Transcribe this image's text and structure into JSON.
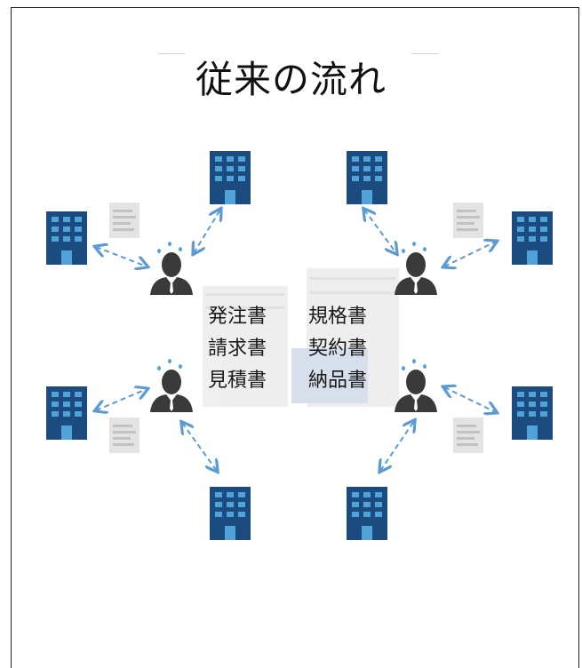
{
  "title": "従来の流れ",
  "documents": {
    "left": [
      "発注書",
      "請求書",
      "見積書"
    ],
    "right": [
      "規格書",
      "契約書",
      "納品書"
    ]
  },
  "icons": {
    "building": "office-building-icon",
    "person": "worried-businessman-icon",
    "paper": "paper-document-icon",
    "arrow": "double-headed-dashed-arrow"
  },
  "colors": {
    "building": "#1c4b80",
    "building_window": "#4fa3d9",
    "arrow": "#5b9bd5",
    "person": "#3a3a3a",
    "sweat": "#4fa3d9",
    "paper": "#d9d9d9"
  }
}
